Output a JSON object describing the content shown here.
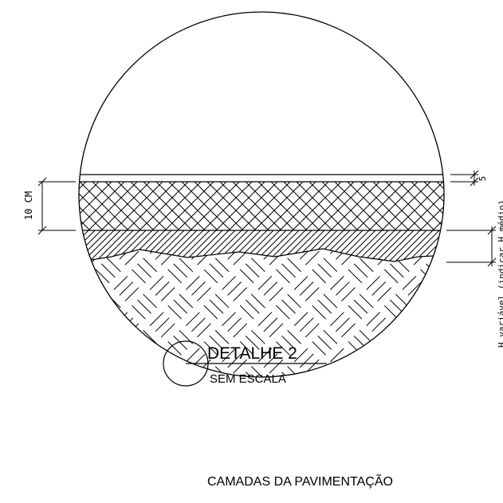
{
  "detail": {
    "title": "DETALHE 2",
    "scale": "SEM ESCALA",
    "caption": "CAMADAS DA PAVIMENTAÇÃO"
  },
  "dimensions": {
    "left": "10 CM",
    "right_top": "5",
    "right_vertical": "H variável (indicar H médio)"
  }
}
